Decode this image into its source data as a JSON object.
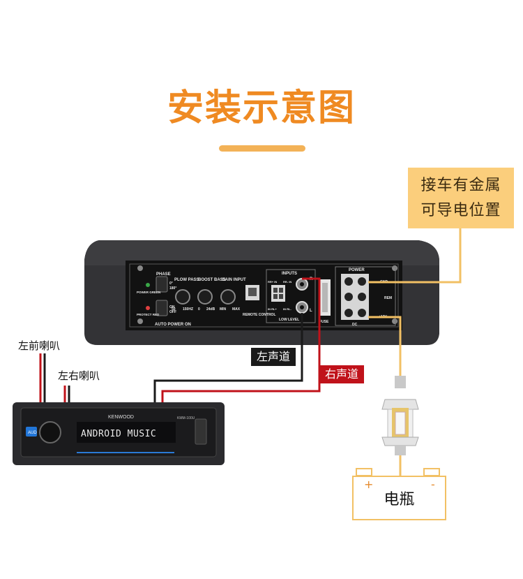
{
  "title": "安装示意图",
  "ground_note": {
    "line1": "接车有金属",
    "line2": "可导电位置"
  },
  "labels": {
    "left_front_speaker": "左前喇叭",
    "left_right_speaker": "左右喇叭",
    "left_channel": "左声道",
    "right_channel": "右声道",
    "battery": "电瓶",
    "battery_plus": "+",
    "battery_minus": "-"
  },
  "amplifier_panel": {
    "phase": "PHASE",
    "phase_0": "0°",
    "phase_180": "180°",
    "power_green": "POWER GREEN",
    "protect_red": "PROTECT RED",
    "on": "ON",
    "off": "OFF",
    "auto_power_on": "AUTO POWER ON",
    "low_pass": "PLOW PASS",
    "low_pass_min": "50",
    "low_pass_max": "150HZ",
    "boost_bass": "BOOST BASS",
    "boost_min": "0",
    "boost_max": "24dB",
    "gain_input": "GAIN INPUT",
    "gain_min": "MIN",
    "gain_max": "MAX",
    "remote_control": "REMOTE CONTROL",
    "inputs": "INPUTS",
    "rr_in": "RR+ IN",
    "rl_in": "RR- IN",
    "in_rl": "IN RL+",
    "in_rl2": "IN RL-",
    "low_level": "LOW LEVEL",
    "r": "R",
    "l": "L",
    "fuse": "FUSE",
    "power": "POWER",
    "gnd": "GND",
    "rem": "REM",
    "v12": "+12V",
    "dc": "DC"
  },
  "head_unit": {
    "brand": "KENWOOD",
    "display_text": "ANDROID MUSIC",
    "aud_button": "AUD",
    "model": "KMM-100U"
  },
  "colors": {
    "accent_orange": "#ef8a22",
    "note_bg": "#fbce7c",
    "wire_orange": "#f2c064",
    "wire_red": "#c0121a",
    "wire_black": "#1a1a1a"
  }
}
